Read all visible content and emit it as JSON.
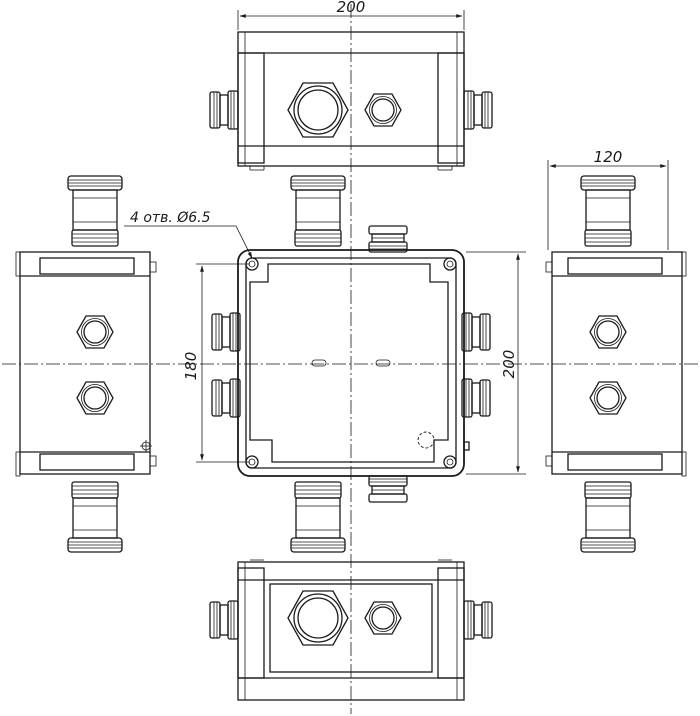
{
  "drawing": {
    "dimensions": {
      "top_width": "200",
      "side_depth": "120",
      "hole_spacing": "180",
      "body_height": "200"
    },
    "hole_note": "4 отв. Ø6.5"
  }
}
